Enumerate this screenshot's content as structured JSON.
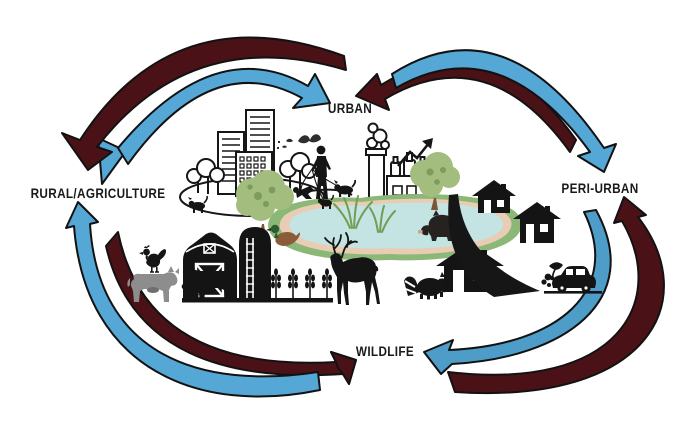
{
  "labels": {
    "urban": "URBAN",
    "peri_urban": "PERI-URBAN",
    "wildlife": "WILDLIFE",
    "rural": "RURAL/AGRICULTURE"
  },
  "diagram": {
    "type": "cycle",
    "description": "Bidirectional transmission cycle between urban, peri-urban, wildlife and rural/agriculture environments around a shared landscape with a pond",
    "nodes": [
      "URBAN",
      "PERI-URBAN",
      "WILDLIFE",
      "RURAL/AGRICULTURE"
    ],
    "edges": [
      {
        "from": "RURAL/AGRICULTURE",
        "to": "URBAN",
        "color": "blue"
      },
      {
        "from": "URBAN",
        "to": "RURAL/AGRICULTURE",
        "color": "maroon"
      },
      {
        "from": "URBAN",
        "to": "PERI-URBAN",
        "color": "blue"
      },
      {
        "from": "PERI-URBAN",
        "to": "URBAN",
        "color": "maroon"
      },
      {
        "from": "PERI-URBAN",
        "to": "WILDLIFE",
        "color": "blue"
      },
      {
        "from": "WILDLIFE",
        "to": "PERI-URBAN",
        "color": "maroon"
      },
      {
        "from": "WILDLIFE",
        "to": "RURAL/AGRICULTURE",
        "color": "blue"
      },
      {
        "from": "RURAL/AGRICULTURE",
        "to": "WILDLIFE",
        "color": "maroon"
      }
    ],
    "illustration_icons": [
      "city-buildings",
      "park-trees",
      "birds",
      "person-walking-dogs",
      "factory",
      "trend-arrow",
      "green-trees",
      "pond",
      "reeds",
      "duck",
      "wild-boar",
      "deer",
      "raccoon",
      "barn",
      "silo",
      "wheat",
      "chicken",
      "cows",
      "houses",
      "road",
      "car",
      "leaf"
    ]
  },
  "colors": {
    "maroon_arrow": "#4a1217",
    "blue_arrow": "#55a7d6",
    "outline": "#121212",
    "silhouette": "#151515",
    "pond_water": "#c3e4e2",
    "pond_shore": "#e8cdb4",
    "pond_grass": "#8cb877",
    "tree_green": "#a3bd7f",
    "tree_green_dark": "#7d9b5c",
    "cow_gray": "#8d8d8d",
    "duck_body": "#8a5c3a",
    "duck_head": "#2d5c33"
  }
}
